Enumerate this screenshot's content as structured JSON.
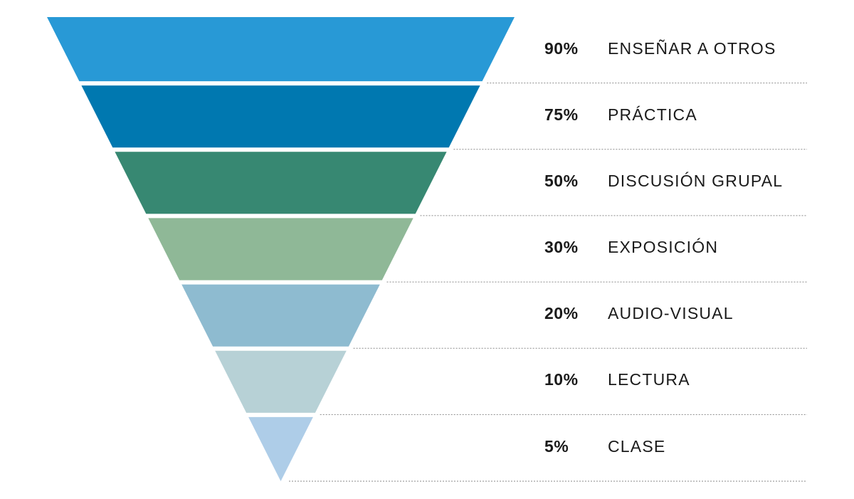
{
  "funnel": {
    "levels": [
      {
        "percent": "90%",
        "label": "ENSEÑAR A OTROS",
        "color": "#2899d6"
      },
      {
        "percent": "75%",
        "label": "PRÁCTICA",
        "color": "#0078b0"
      },
      {
        "percent": "50%",
        "label": "DISCUSIÓN GRUPAL",
        "color": "#378872"
      },
      {
        "percent": "30%",
        "label": "EXPOSICIÓN",
        "color": "#8fb897"
      },
      {
        "percent": "20%",
        "label": "AUDIO-VISUAL",
        "color": "#8ebbd0"
      },
      {
        "percent": "10%",
        "label": "LECTURA",
        "color": "#b7d1d6"
      },
      {
        "percent": "5%",
        "label": "CLASE",
        "color": "#aecde8"
      }
    ]
  }
}
